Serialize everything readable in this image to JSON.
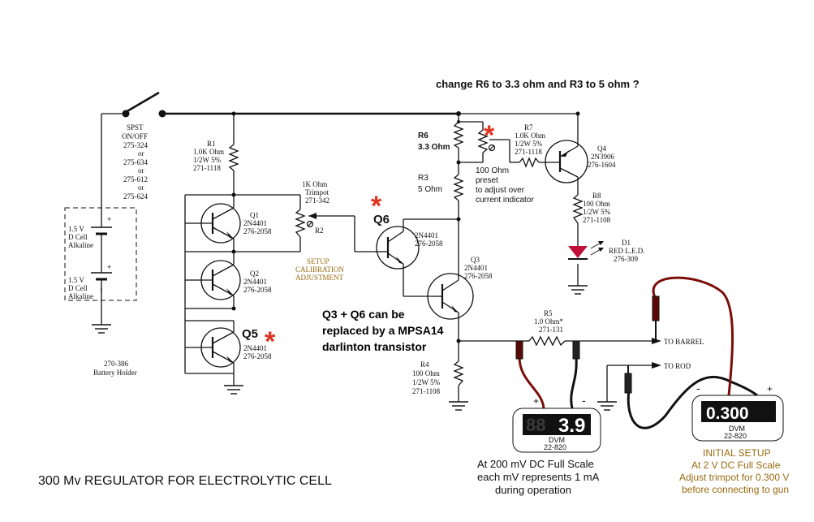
{
  "title": "300 Mv REGULATOR FOR ELECTROLYTIC CELL",
  "note_top": "change R6 to 3.3 ohm and R3 to 5 ohm ?",
  "note_darlington": [
    "Q3 + Q6 can be",
    "replaced by a MPSA14",
    "darlinton transistor"
  ],
  "switch": {
    "lines": [
      "SPST",
      "ON/OFF",
      "275-324",
      "or",
      "275-634",
      "or",
      "275-612",
      "or",
      "275-624"
    ]
  },
  "battery": {
    "cell1": [
      "1.5 V",
      "D Cell",
      "Alkaline"
    ],
    "cell2": [
      "1.5 V",
      "D Cell",
      "Alkaline"
    ],
    "holder": [
      "270-386",
      "Battery Holder"
    ]
  },
  "r1": [
    "R1",
    "1.0K Ohm",
    "1/2W 5%",
    "271-1118"
  ],
  "q1": [
    "Q1",
    "2N4401",
    "276-2058"
  ],
  "q2": [
    "Q2",
    "2N4401",
    "276-2058"
  ],
  "q5": {
    "name": "Q5",
    "part": [
      "2N4401",
      "276-2058"
    ]
  },
  "r2": {
    "label": "R2",
    "trimpot": [
      "1K Ohm",
      "Trimpot",
      "271-342"
    ]
  },
  "setup_label": [
    "SETUP",
    "CALIBRATION",
    "ADJUSTMENT"
  ],
  "q6": {
    "name": "Q6",
    "part": [
      "2N4401",
      "276-2058"
    ]
  },
  "q3": [
    "Q3",
    "2N4401",
    "276-2058"
  ],
  "r6": {
    "name": "R6",
    "value": "3.3 Ohm"
  },
  "r3": {
    "name": "R3",
    "value": "5 Ohm"
  },
  "preset": [
    "100 Ohm",
    "preset",
    "to adjust over",
    "current indicator"
  ],
  "r7": [
    "R7",
    "1.0K Ohm",
    "1/2W 5%",
    "271-1118"
  ],
  "q4": [
    "Q4",
    "2N3906",
    "276-1604"
  ],
  "r8": [
    "R8",
    "100 Ohm",
    "1/2W 5%",
    "271-1108"
  ],
  "d1": [
    "D1",
    "RED L.E.D.",
    "276-309"
  ],
  "r5": [
    "R5",
    "1.0 Ohm*",
    "271-131"
  ],
  "r4": [
    "R4",
    "100 Ohm",
    "1/2W 5%",
    "271-1108"
  ],
  "to_barrel": "TO BARREL",
  "to_rod": "TO ROD",
  "dvm_left": {
    "reading": "3.9",
    "name": "DVM",
    "part": "22-820",
    "plus": "+",
    "minus": "-",
    "caption": [
      "At 200 mV DC Full Scale",
      "each mV represents 1 mA",
      "during operation"
    ]
  },
  "dvm_right": {
    "reading": "0.300",
    "name": "DVM",
    "part": "22-820",
    "plus": "+",
    "minus": "-",
    "caption": [
      "INITIAL SETUP",
      "At 2 V DC Full Scale",
      "Adjust trimpot for 0.300 V",
      "before connecting to gun"
    ]
  },
  "colors": {
    "asterisk": "#e0341f",
    "caption_orange": "#9a6a10",
    "led": "#c0103a",
    "probe_red": "#7a0e08"
  }
}
